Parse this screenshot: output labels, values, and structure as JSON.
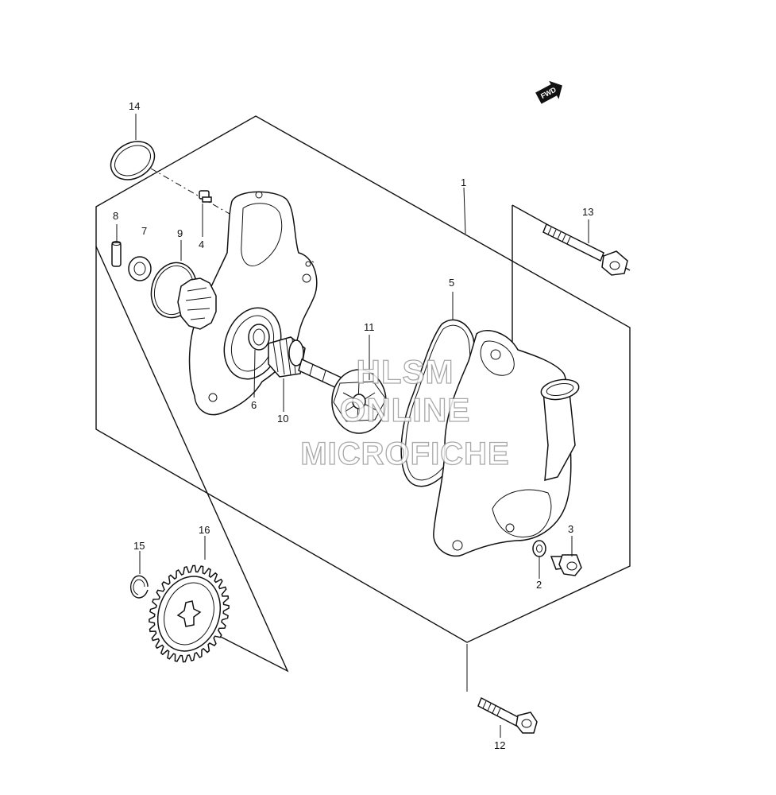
{
  "diagram": {
    "callouts": [
      "1",
      "2",
      "3",
      "4",
      "5",
      "6",
      "7",
      "8",
      "9",
      "10",
      "11",
      "12",
      "13",
      "14",
      "15",
      "16"
    ],
    "fwd_label": "FWD"
  },
  "watermark": {
    "line1": "HLSM",
    "line2": "ONLINE",
    "line3": "MICROFICHE",
    "color": "#9a9a9a"
  }
}
